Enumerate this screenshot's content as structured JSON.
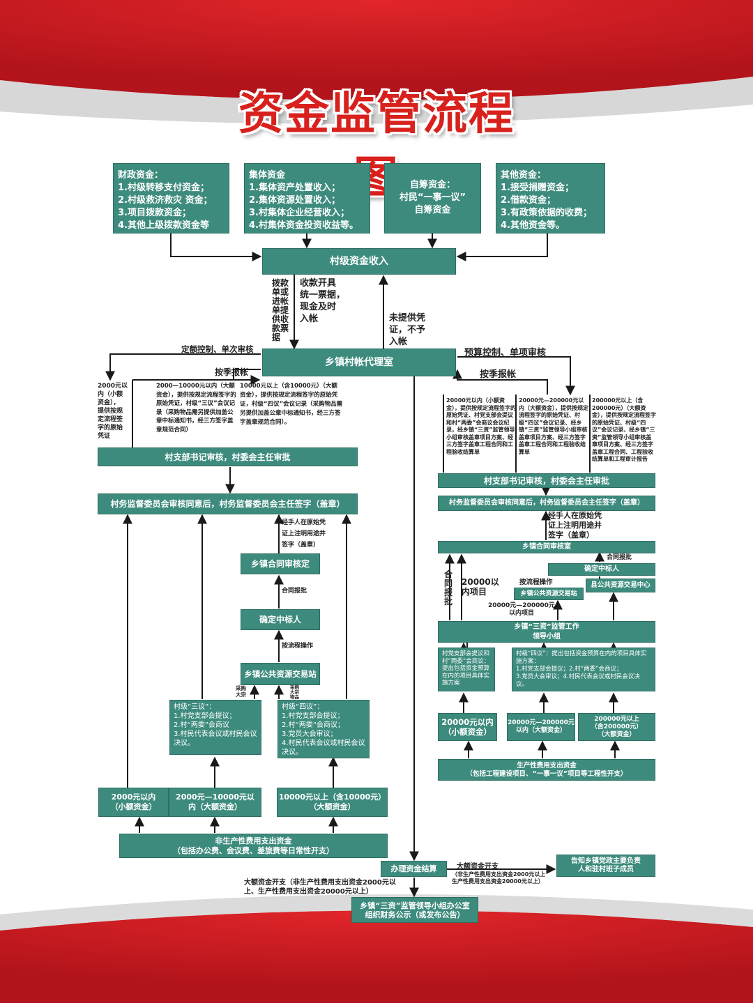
{
  "title": "资金监管流程图",
  "colors": {
    "box": "#3d8b7d",
    "accent": "#d8211d",
    "line": "#1a1a1a"
  },
  "sources": [
    {
      "text": "财政资金：\n1.村级转移支付资金；\n2.村级救济救灾 资金；\n3.项目拨款资金；\n4.其他上级拨款资金等"
    },
    {
      "text": "集体资金\n1.集体资产处置收入；\n2.集体资源处置收入；\n3.村集体企业经营收入；\n4.村集体资金投资收益等。"
    },
    {
      "text": "自筹资金：\n村民“一事一议”\n自筹资金"
    },
    {
      "text": "其他资金：\n1.接受捐赠资金；\n2.借款资金；\n3.有政策依据的收费；\n4.其他资金等。"
    }
  ],
  "main": {
    "income": "村级资金收入",
    "agency": "乡镇村帐代理室",
    "label_left_vertical": "拨款单或进帐单提供收款票据",
    "label_receipt": "收款开具\n统一票据，\n现金及时\n入帐",
    "label_no_voucher": "未提供凭\n证，不予\n入帐",
    "label_quota": "定额控制、单次审核",
    "label_quarter_left": "按季报帐",
    "label_budget": "预算控制、单项审核",
    "label_quarter_right": "按季报帐"
  },
  "left": {
    "small_note": "2000元以\n内（小额\n资金），\n提供按规\n定流程签\n字的原始\n凭证",
    "mid_note": "2000—10000元以内（大额资金），提供按规定流程签字的原始凭证，村级“三议”会议记录（采购物品需另提供加盖公章中标通知书，经三方签字盖章规范合同）",
    "big_note": "10000元以上（含10000元）（大额资金），提供按规定流程签字的原始凭证，村级“四议”会议记录（采购物品需另提供加盖公章中标通知书，经三方签字盖章规范合同）。",
    "secretary": "村支部书记审核，村委会主任审批",
    "supervision": "村务监督委员会审核同意后，村务监督委员会主任签字（盖章）",
    "handler_note": "经手人在原始凭\n证上注明用途并\n签字（盖章）",
    "contract_review": "乡镇合同审核定",
    "contract_report": "合同报批",
    "winner": "确定中标人",
    "by_process": "按流程操作",
    "trading": "乡镇公共资源交易站",
    "purchase_big": "采购\n大宗",
    "purchase_big2": "采购\n大宗\n物品",
    "three_meeting": "村级“三议”：\n1.村党支部会提议；\n2.村“两委”会商议\n3.村民代表会议或村民会议决议。",
    "four_meeting": "村级“四议”：\n1.村党支部会提议；\n2.村“两委”会商议；\n3.党员大会审议；\n4.村民代表会议或村民会议决议。",
    "cat_small": "2000元以内\n（小额资金）",
    "cat_mid": "2000元—10000元以\n内（大额资金）",
    "cat_big": "10000元以上（含10000元）\n（大额资金）",
    "nonprod": "非生产性费用支出资金\n（包括办公费、会议费、差旅费等日常性开支）"
  },
  "right": {
    "note_small": "20000元以内（小额资金），提供按规定流程签字的原始凭证、村党支部会提议和村“两委”会商议会议纪录，经乡镇“三资”监管领导小组审核盖章项目方案、经三方签字盖章工程合同和工程验收结算单",
    "note_mid": "20000元—200000元以内（大额资金），提供按规定流程签字的原始凭证、村级“四议”会议记录、经乡镇“三资”监管领导小组审核盖章项目方案、经三方签字盖章工程合同和工程验收结算单",
    "note_big": "200000元以上（含200000元）（大额资金），提供按规定流程签字的原始凭证、村级“四议”会议记录、经乡镇“三资”监管领导小组审核盖章项目方案、经三方签字盖章工程合同、工程验收结算单和工程审计报告",
    "secretary": "村支部书记审核，村委会主任审批",
    "supervision": "村务监督委员会审核同意后，村务监督委员会主任签字（盖章）",
    "handler_note": "经手人在原始凭\n证上注明用途并\n签字（盖章）",
    "contract_room": "乡镇合同审核室",
    "contract_report": "合同报批",
    "winner": "确定中标人",
    "county_center": "县公共资源交易中心",
    "by_process": "按流程操作",
    "town_trading": "乡镇公共资源交易站",
    "contract_vertical": "合同报批",
    "under20000": "20000以\n内项目",
    "range_projects": "20000元—200000元\n以内项目",
    "leading_group": "乡镇“三资”监管工作\n领导小组",
    "party_propose": "村党支部会提议和村“两委”会商议：提出包括资金预算在内的项目具体实施方案",
    "four_meeting": "村级“四议”：提出包括资金预算在内的项目具体实施方案：\n1.村党支部会提议；2.村“两委”会商议；\n3.党员大会审议；4.村民代表会议或村民会议决议。",
    "cat_small": "20000元以内\n（小额资金）",
    "cat_mid": "20000元—200000元\n以内（大额资金）",
    "cat_big": "200000元以上\n（含200000元）\n（大额资金）",
    "prod": "生产性费用支出资金\n（包括工程建设项目、“一事一议”项目等工程性开支）"
  },
  "bottom": {
    "settle": "办理资金结算",
    "large_label": "大额资金开支",
    "large_note": "（非生产性费用支出资金2000元以上\n生产性费用支出资金20000元以上）",
    "inform": "告知乡镇党政主要负责\n人和驻村班子成员",
    "large_note_left": "大额资金开支（非生产性费用支出资金2000元以\n上、生产性费用支出资金20000元以上）",
    "office": "乡镇“三资”监管领导小组办公室\n组织财务公示（或发布公告）"
  }
}
